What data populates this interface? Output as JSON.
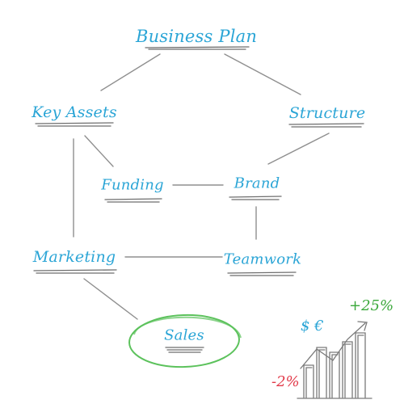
{
  "colors": {
    "node_text": "#2ba5d6",
    "line": "#8f8f8f",
    "underline": "#555555",
    "circle": "#5cc25c",
    "positive": "#3aa83a",
    "negative": "#e23a4a",
    "currency": "#2ba5d6",
    "chart_line": "#7a7a7a"
  },
  "nodes": {
    "business_plan": "Business Plan",
    "key_assets": "Key Assets",
    "structure": "Structure",
    "funding": "Funding",
    "brand": "Brand",
    "marketing": "Marketing",
    "teamwork": "Teamwork",
    "sales": "Sales"
  },
  "edges": [
    [
      "business_plan",
      "key_assets"
    ],
    [
      "business_plan",
      "structure"
    ],
    [
      "key_assets",
      "funding"
    ],
    [
      "key_assets",
      "marketing"
    ],
    [
      "funding",
      "brand"
    ],
    [
      "structure",
      "brand"
    ],
    [
      "brand",
      "teamwork"
    ],
    [
      "marketing",
      "teamwork"
    ],
    [
      "marketing",
      "sales"
    ]
  ],
  "mini_chart": {
    "up_label": "+25%",
    "down_label": "-2%",
    "currency_label": "$ €"
  }
}
